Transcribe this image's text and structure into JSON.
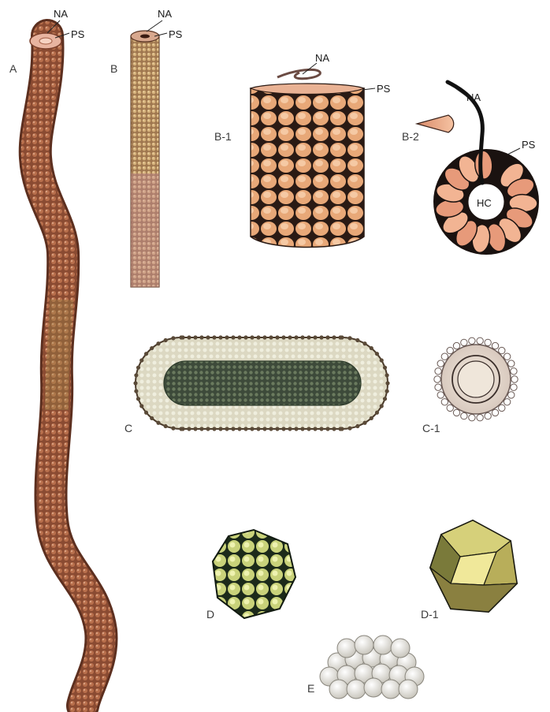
{
  "figure": {
    "panel_labels": {
      "a": "A",
      "b": "B",
      "b1": "B-1",
      "b2": "B-2",
      "c": "C",
      "c1": "C-1",
      "d": "D",
      "d1": "D-1",
      "e": "E"
    },
    "callouts": {
      "na": "NA",
      "ps": "PS",
      "hc": "HC"
    }
  }
}
